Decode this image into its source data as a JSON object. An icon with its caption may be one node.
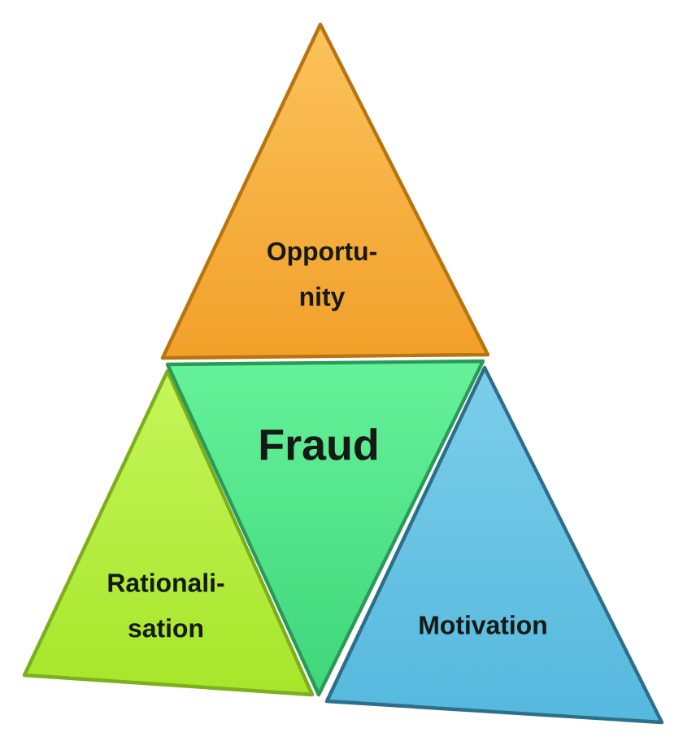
{
  "diagram": {
    "nodes": [
      {
        "text": [
          "Opportu- nity"
        ]
      },
      {
        "text": [
          "Fraud"
        ]
      },
      {
        "text": [
          "Rationali- sation"
        ]
      },
      {
        "text": [
          "Motivation"
        ]
      }
    ]
  }
}
